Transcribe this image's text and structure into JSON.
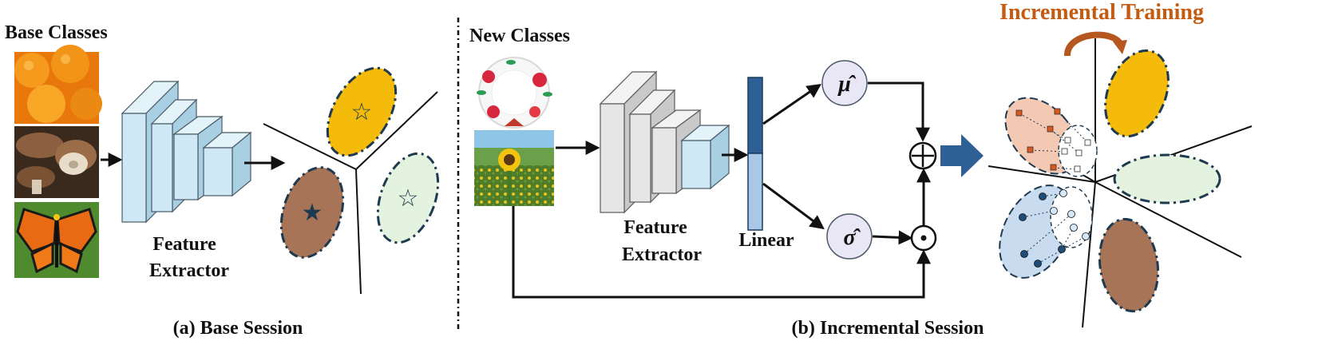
{
  "base": {
    "title": "Base Classes",
    "extractor_line1": "Feature",
    "extractor_line2": "Extractor",
    "caption": "(a) Base Session"
  },
  "incremental": {
    "title": "New Classes",
    "extractor_line1": "Feature",
    "extractor_line2": "Extractor",
    "linear_label": "Linear",
    "mu_symbol": "μ̂",
    "sigma_symbol": "σ̂",
    "plus_symbol": "⊕",
    "dot_symbol": "⊙",
    "caption": "(b) Incremental Session",
    "training_title": "Incremental Training"
  },
  "colors": {
    "cube_light_blue": "#cfe8f5",
    "cube_gray": "#e6e6e6",
    "linear_dark": "#2e5f95",
    "linear_light": "#a8c8e6",
    "ellipse_yellow": "#f5bb0a",
    "ellipse_brown": "#a87458",
    "ellipse_green": "#e4f3df",
    "ellipse_salmon": "#f3c9b3",
    "ellipse_blue": "#c9dcef",
    "arrow_blue": "#2e5f95",
    "training_orange": "#c55a11"
  }
}
